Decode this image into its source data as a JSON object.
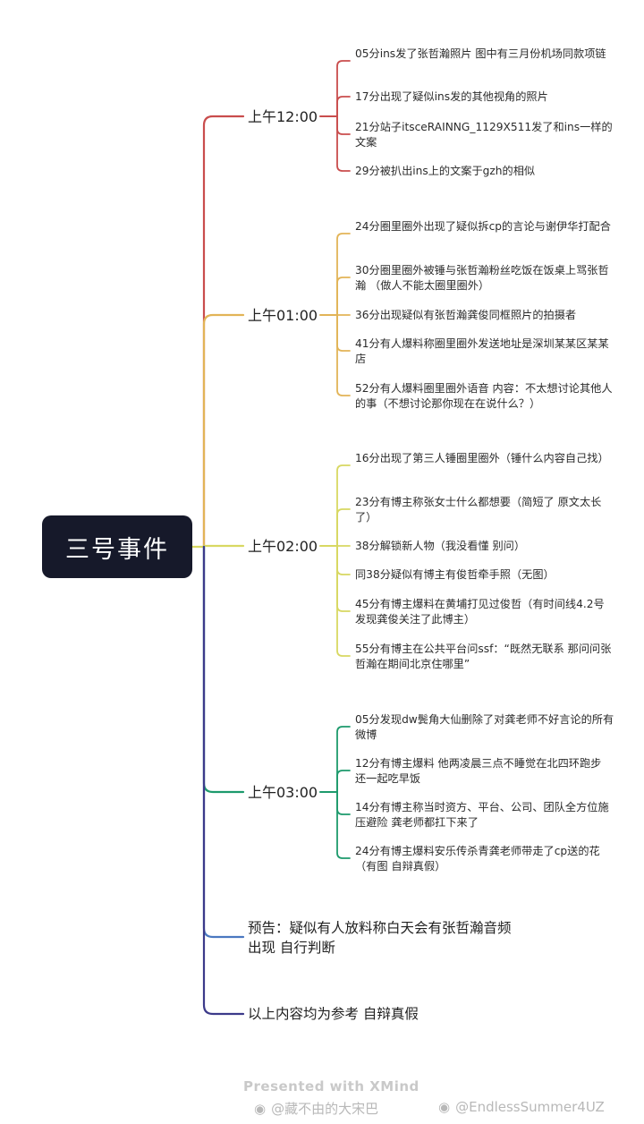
{
  "root": {
    "title": "三号事件"
  },
  "branches": [
    {
      "time": "上午12:00",
      "color": "#c94d4d",
      "items": [
        "05分ins发了张哲瀚照片 图中有三月份机场同款项链",
        "17分出现了疑似ins发的其他视角的照片",
        "21分站子itsceRAINNG_1129X511发了和ins一样的文案",
        "29分被扒出ins上的文案于gzh的相似"
      ]
    },
    {
      "time": "上午01:00",
      "color": "#e2b457",
      "items": [
        "24分圈里圈外出现了疑似拆cp的言论与谢伊华打配合",
        "30分圈里圈外被锤与张哲瀚粉丝吃饭在饭桌上骂张哲瀚 （做人不能太圈里圈外）",
        "36分出现疑似有张哲瀚龚俊同框照片的拍摄者",
        "41分有人爆料称圈里圈外发送地址是深圳某某区某某店",
        "52分有人爆料圈里圈外语音 内容：不太想讨论其他人的事（不想讨论那你现在在说什么？）"
      ]
    },
    {
      "time": "上午02:00",
      "color": "#d8d862",
      "items": [
        "16分出现了第三人锤圈里圈外（锤什么内容自己找）",
        "23分有博主称张女士什么都想要（简短了 原文太长了）",
        "38分解锁新人物（我没看懂 别问）",
        "同38分疑似有博主有俊哲牵手照（无图）",
        "45分有博主爆料在黄埔打见过俊哲（有时间线4.2号 发现龚俊关注了此博主）",
        "55分有博主在公共平台问ssf：“既然无联系 那问问张哲瀚在期间北京住哪里”"
      ]
    },
    {
      "time": "上午03:00",
      "color": "#1d9a6c",
      "items": [
        "05分发现dw鬓角大仙删除了对龚老师不好言论的所有微博",
        "12分有博主爆料 他两凌晨三点不睡觉在北四环跑步 还一起吃早饭",
        "14分有博主称当时资方、平台、公司、团队全方位施压避险 龚老师都扛下来了",
        "24分有博主爆料安乐传杀青龚老师带走了cp送的花（有图 自辩真假）"
      ]
    }
  ],
  "notes": [
    {
      "text": "预告：疑似有人放料称白天会有张哲瀚音频出现 自行判断",
      "color": "#4a78c0"
    },
    {
      "text": "以上内容均为参考 自辩真假",
      "color": "#3c3a8a"
    }
  ],
  "spine_color": "#3f4a9a",
  "footer": "Presented with XMind",
  "watermarks": [
    "@藏不由的大宋巴",
    "@EndlessSummer4UZ"
  ],
  "watermark_icon": "weibo-icon"
}
